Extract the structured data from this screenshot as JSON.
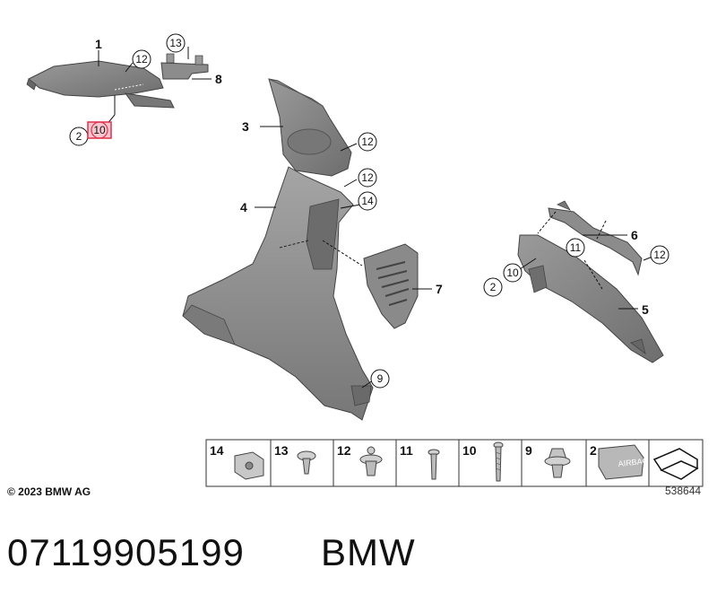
{
  "diagram": {
    "callouts": {
      "c1": "1",
      "c12a": "12",
      "c13": "13",
      "c8": "8",
      "c2a": "2",
      "c10a": "10",
      "c3": "3",
      "c12b": "12",
      "c12c": "12",
      "c4": "4",
      "c14": "14",
      "c7": "7",
      "c9": "9",
      "c6": "6",
      "c11": "11",
      "c12d": "12",
      "c2b": "2",
      "c10b": "10",
      "c5": "5"
    },
    "highlighted_callout": "10",
    "legend": [
      {
        "number": "14",
        "icon": "bracket-clip-icon"
      },
      {
        "number": "13",
        "icon": "screw-icon"
      },
      {
        "number": "12",
        "icon": "expanding-rivet-icon"
      },
      {
        "number": "11",
        "icon": "blind-rivet-icon"
      },
      {
        "number": "10",
        "icon": "bolt-icon"
      },
      {
        "number": "9",
        "icon": "plastic-clip-icon"
      },
      {
        "number": "2",
        "icon": "airbag-label-icon"
      }
    ],
    "airbag_text": "AIRBAG",
    "corner_icon": "arrow-corner-icon",
    "copyright": "© 2023 BMW AG",
    "diagram_id": "538644"
  },
  "part_number": "07119905199",
  "brand": "BMW",
  "colors": {
    "part_fill": "#8a8a8a",
    "part_dark": "#5e5e5e",
    "highlight": "#e0304a"
  }
}
